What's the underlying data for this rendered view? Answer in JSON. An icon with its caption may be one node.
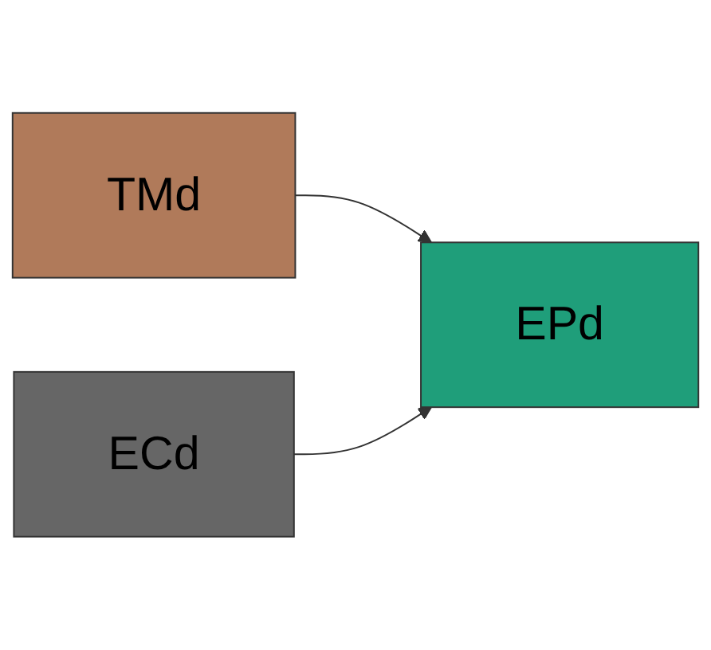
{
  "diagram": {
    "nodes": [
      {
        "text": [
          "ECd"
        ]
      },
      {
        "text": [
          "TMd"
        ]
      },
      {
        "text": [
          "EPd"
        ]
      }
    ],
    "edges": [
      {
        "from": 1,
        "to": 2,
        "arrow": "to"
      },
      {
        "from": 0,
        "to": 2,
        "arrow": "to"
      }
    ]
  }
}
